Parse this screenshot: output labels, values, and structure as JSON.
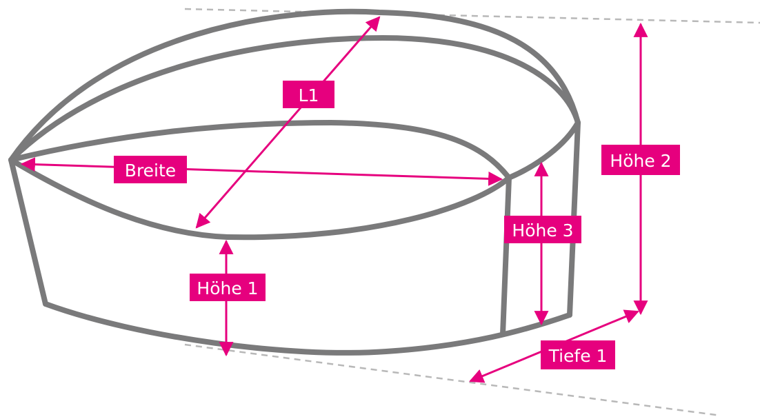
{
  "diagram": {
    "labels": {
      "l1": "L1",
      "breite": "Breite",
      "hoehe1": "Höhe 1",
      "hoehe2": "Höhe 2",
      "hoehe3": "Höhe 3",
      "tiefe1": "Tiefe 1"
    },
    "colors": {
      "outline": "#7a7a7b",
      "dimension": "#e6007e",
      "guide": "#b8b8b8",
      "label_text": "#ffffff"
    }
  }
}
